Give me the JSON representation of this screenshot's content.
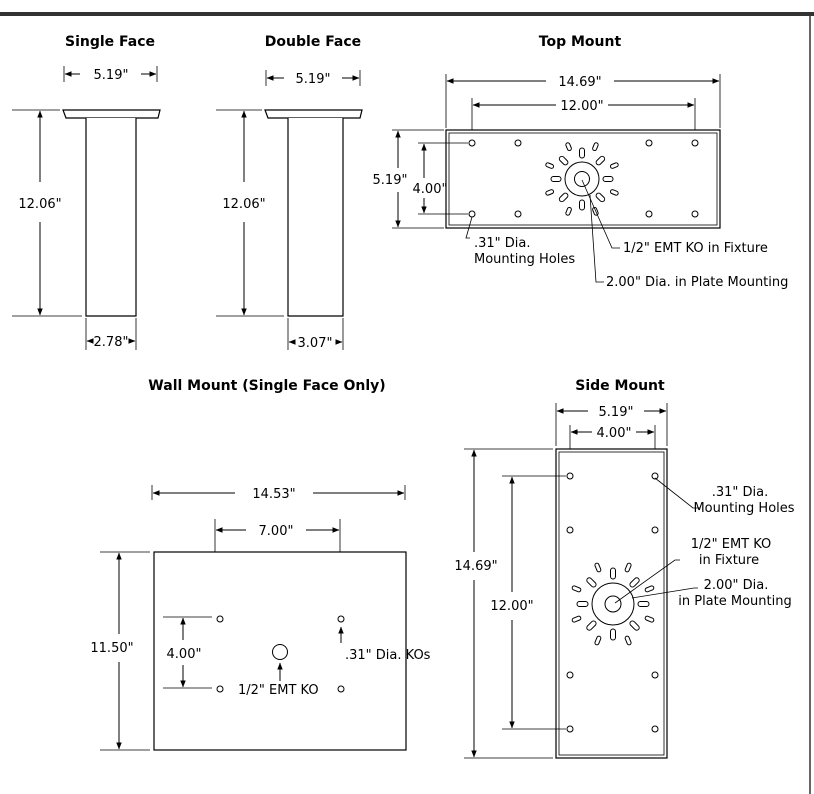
{
  "titles": {
    "single_face": "Single Face",
    "double_face": "Double Face",
    "top_mount": "Top Mount",
    "wall_mount": "Wall Mount (Single Face Only)",
    "side_mount": "Side Mount"
  },
  "single_face": {
    "width_top": "5.19\"",
    "height": "12.06\"",
    "width_bottom": "2.78\""
  },
  "double_face": {
    "width_top": "5.19\"",
    "height": "12.06\"",
    "width_bottom": "3.07\""
  },
  "top_mount": {
    "overall_width": "14.69\"",
    "hole_spacing": "12.00\"",
    "overall_height": "5.19\"",
    "hole_height": "4.00\"",
    "mounting_holes_1": ".31\" Dia.",
    "mounting_holes_2": "Mounting Holes",
    "emt_ko": "1/2\" EMT KO in Fixture",
    "plate_mounting": "2.00\" Dia. in Plate Mounting"
  },
  "wall_mount": {
    "overall_width": "14.53\"",
    "hole_spacing": "7.00\"",
    "overall_height": "11.50\"",
    "hole_height": "4.00\"",
    "kos": ".31\" Dia. KOs",
    "emt_ko": "1/2\" EMT KO"
  },
  "side_mount": {
    "overall_width": "5.19\"",
    "hole_spacing": "4.00\"",
    "overall_height": "14.69\"",
    "hole_height": "12.00\"",
    "mounting_holes_1": ".31\" Dia.",
    "mounting_holes_2": "Mounting Holes",
    "emt_ko_1": "1/2\" EMT KO",
    "emt_ko_2": "in Fixture",
    "plate_mounting_1": "2.00\" Dia.",
    "plate_mounting_2": "in Plate Mounting"
  }
}
